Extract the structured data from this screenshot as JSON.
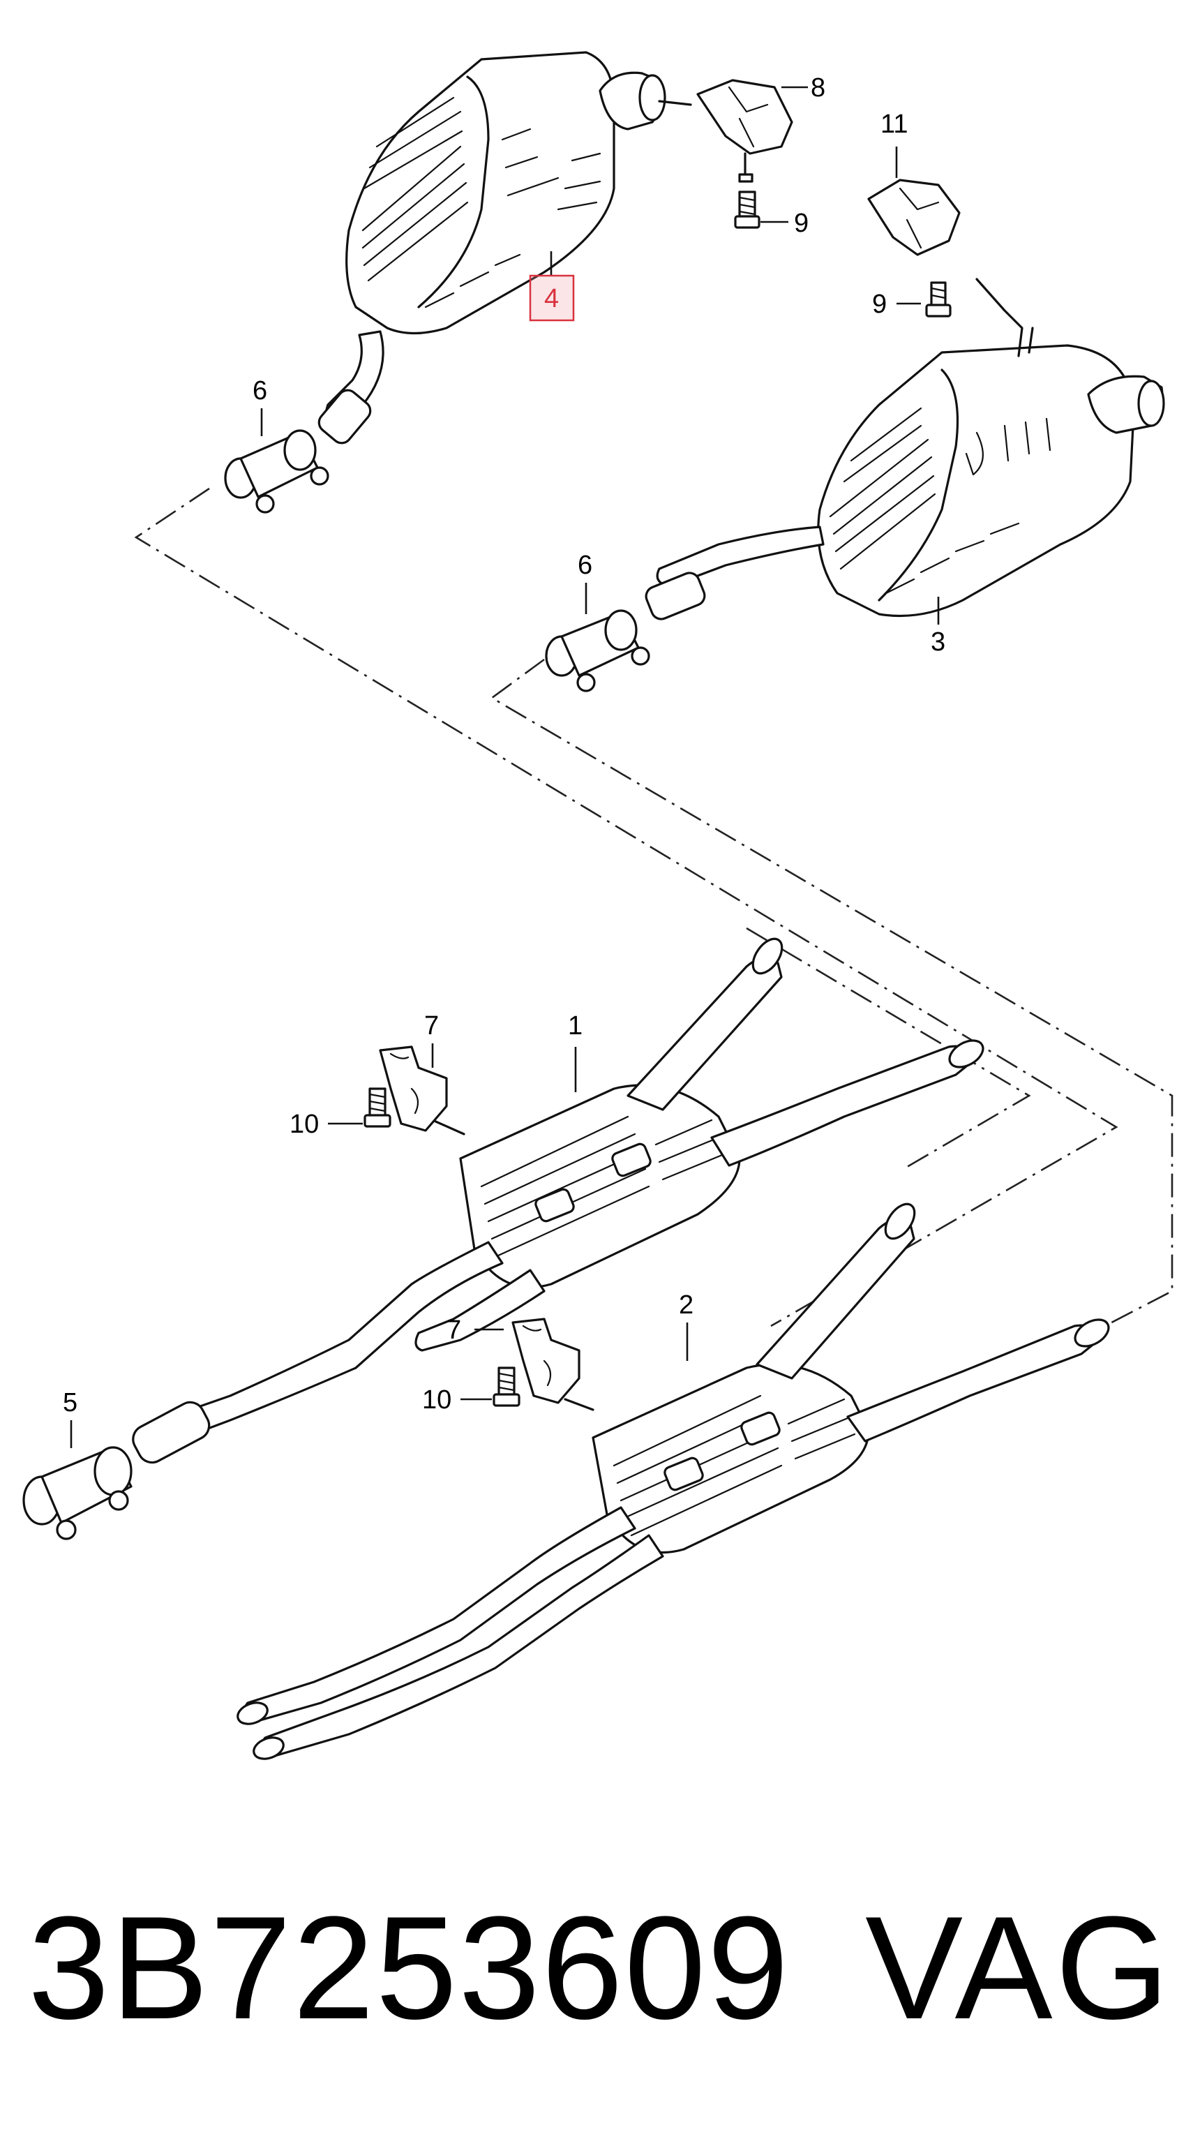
{
  "diagram": {
    "callouts": {
      "c1": "1",
      "c2": "2",
      "c3": "3",
      "c4": "4",
      "c5": "5",
      "c6a": "6",
      "c6b": "6",
      "c7a": "7",
      "c7b": "7",
      "c8": "8",
      "c9a": "9",
      "c9b": "9",
      "c10a": "10",
      "c10b": "10",
      "c11": "11"
    },
    "highlighted_callout": "4",
    "highlight_color": "#d9323f"
  },
  "caption": {
    "part_number": "3B7253609",
    "brand": "VAG"
  }
}
